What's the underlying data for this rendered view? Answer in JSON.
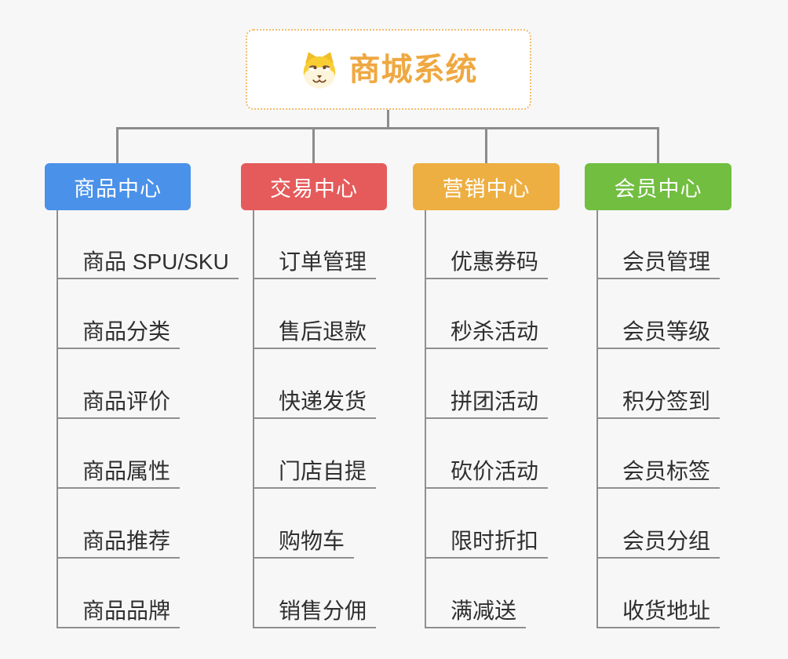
{
  "canvas": {
    "background": "#F7F7F7",
    "connector_color": "#8C8C8C"
  },
  "root": {
    "title": "商城系统",
    "icon": "dog-face-icon",
    "title_color": "#EFA841",
    "border_color": "#F1BC6E"
  },
  "branches": [
    {
      "label": "商品中心",
      "color": "#4A91E9",
      "items": [
        "商品 SPU/SKU",
        "商品分类",
        "商品评价",
        "商品属性",
        "商品推荐",
        "商品品牌"
      ]
    },
    {
      "label": "交易中心",
      "color": "#E55B5B",
      "items": [
        "订单管理",
        "售后退款",
        "快递发货",
        "门店自提",
        "购物车",
        "销售分佣"
      ]
    },
    {
      "label": "营销中心",
      "color": "#EDAF42",
      "items": [
        "优惠券码",
        "秒杀活动",
        "拼团活动",
        "砍价活动",
        "限时折扣",
        "满减送"
      ]
    },
    {
      "label": "会员中心",
      "color": "#71BE40",
      "items": [
        "会员管理",
        "会员等级",
        "积分签到",
        "会员标签",
        "会员分组",
        "收货地址"
      ]
    }
  ]
}
